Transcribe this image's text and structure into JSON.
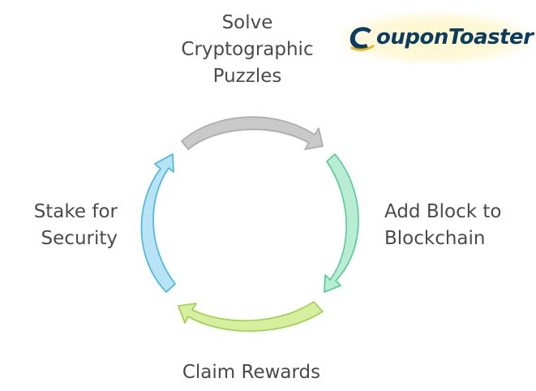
{
  "diagram": {
    "steps": [
      {
        "id": "top",
        "label": "Solve\nCryptographic\nPuzzles",
        "color": "#c9c9c9",
        "stroke": "#a9a9a9"
      },
      {
        "id": "right",
        "label": "Add Block to\nBlockchain",
        "color": "#b9ecd5",
        "stroke": "#4fcf93"
      },
      {
        "id": "bottom",
        "label": "Claim Rewards",
        "color": "#d6ef9e",
        "stroke": "#9bd14a"
      },
      {
        "id": "left",
        "label": "Stake for\nSecurity",
        "color": "#b8e3f5",
        "stroke": "#3fb8e3"
      }
    ]
  },
  "logo": {
    "text_initial": "C",
    "text_rest": "ouponToaster",
    "color": "#0a3d62"
  }
}
